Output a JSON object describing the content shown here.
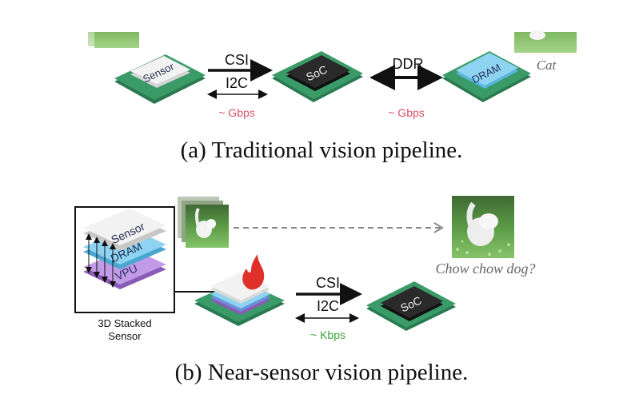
{
  "colors": {
    "board": "#3a9a68",
    "board_dark": "#2a7a50",
    "sensor_chip": "#eeeeee",
    "soc_chip": "#222222",
    "dram_chip": "#8fd3f2",
    "vpu_layer": "#b98ae0",
    "rate_gbps": "#d9536a",
    "rate_kbps": "#3aa83a",
    "flame": "#e0302a",
    "dashed_arrow": "#888888"
  },
  "panel_a": {
    "caption": "(a) Traditional vision pipeline.",
    "sensor_label": "Sensor",
    "soc_label": "SoC",
    "dram_label": "DRAM",
    "link1": {
      "top": "CSI",
      "bottom": "I2C",
      "rate": "~ Gbps"
    },
    "link2": {
      "top": "DDR",
      "rate": "~ Gbps"
    },
    "output_label": "Cat"
  },
  "panel_b": {
    "caption": "(b) Near-sensor vision pipeline.",
    "stack_layers": [
      "Sensor",
      "DRAM",
      "VPU"
    ],
    "stack_caption_line1": "3D Stacked",
    "stack_caption_line2": "Sensor",
    "soc_label": "SoC",
    "link": {
      "top": "CSI",
      "bottom": "I2C",
      "rate": "~ Kbps"
    },
    "output_label": "Chow chow dog?"
  }
}
